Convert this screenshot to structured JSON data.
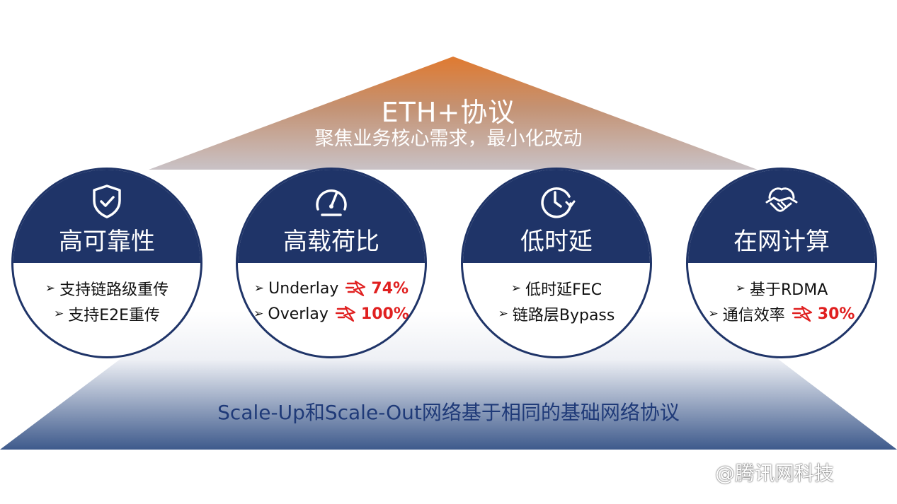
{
  "roof": {
    "title": "ETH+协议",
    "subtitle": "聚焦业务核心需求，最小化改动"
  },
  "base": {
    "text": "Scale-Up和Scale-Out网络基于相同的基础网络协议"
  },
  "pillars": [
    {
      "title": "高可靠性",
      "icon": "shield-check-icon",
      "items": [
        {
          "text": "支持链路级重传"
        },
        {
          "text": "支持E2E重传"
        }
      ]
    },
    {
      "title": "高载荷比",
      "icon": "speedometer-icon",
      "items": [
        {
          "text": "Underlay",
          "value": "74%"
        },
        {
          "text": "Overlay",
          "value": "100%"
        }
      ]
    },
    {
      "title": "低时延",
      "icon": "clock-icon",
      "items": [
        {
          "text": "低时延FEC"
        },
        {
          "text": "链路层Bypass"
        }
      ]
    },
    {
      "title": "在网计算",
      "icon": "handshake-cloud-icon",
      "items": [
        {
          "text": "基于RDMA"
        },
        {
          "text": "通信效率",
          "value": "30%"
        }
      ]
    }
  ],
  "watermark": "@腾讯网科技",
  "colors": {
    "navy": "#1f3468",
    "roof_top": "#e07a30",
    "base_bottom": "#3e5a8c",
    "highlight_red": "#e02020",
    "base_text": "#1f3a78"
  }
}
